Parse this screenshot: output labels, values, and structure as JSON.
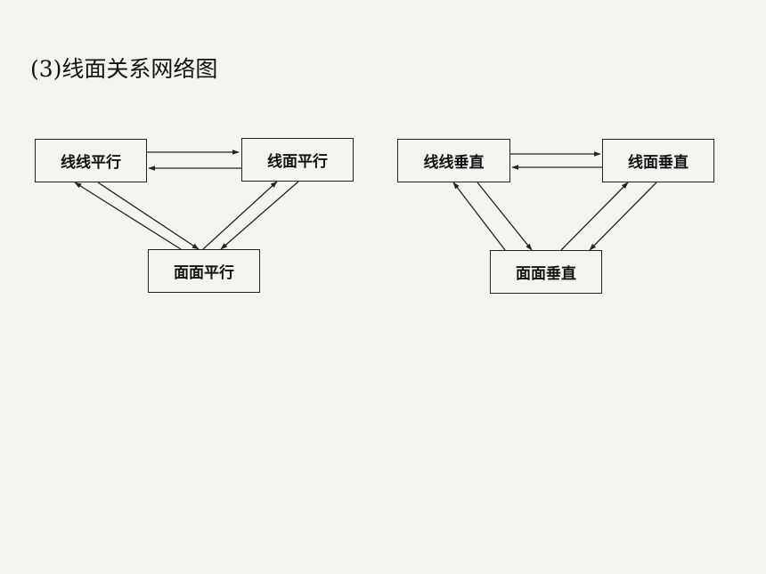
{
  "heading": "(3)线面关系网络图",
  "diagram_parallel": {
    "nodes": {
      "line_line": "线线平行",
      "line_plane": "线面平行",
      "plane_plane": "面面平行"
    }
  },
  "diagram_perpendicular": {
    "nodes": {
      "line_line": "线线垂直",
      "line_plane": "线面垂直",
      "plane_plane": "面面垂直"
    }
  }
}
